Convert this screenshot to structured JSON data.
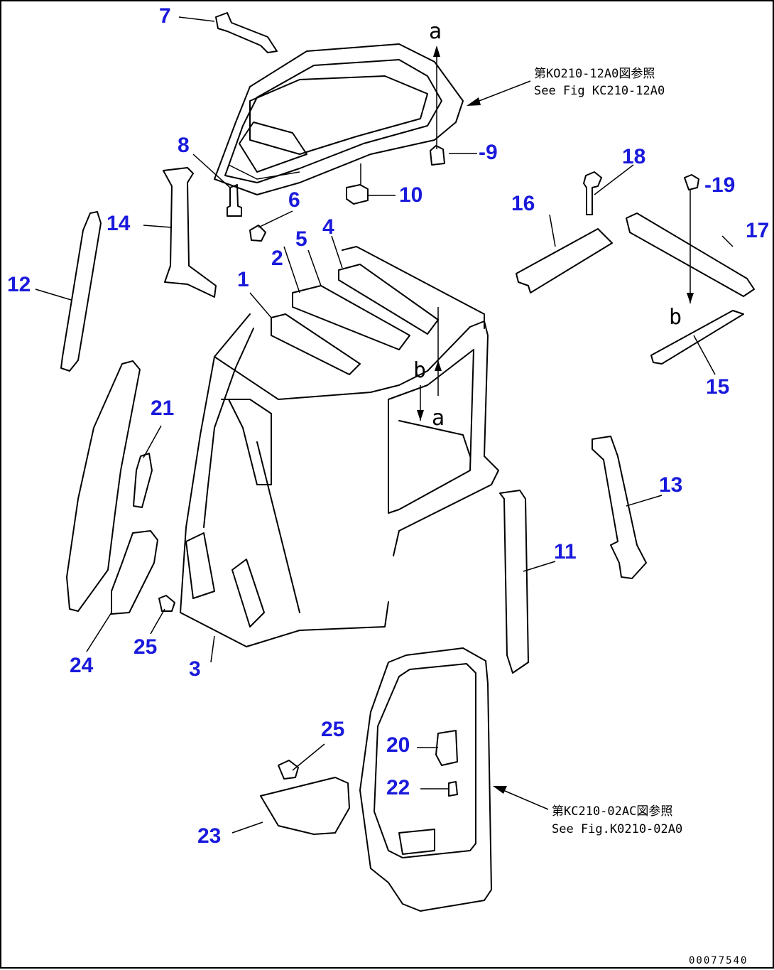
{
  "colors": {
    "callout": "#1a1adc",
    "line": "#000000",
    "background": "#ffffff"
  },
  "callouts": [
    "1",
    "2",
    "3",
    "4",
    "5",
    "6",
    "7",
    "8",
    "9",
    "10",
    "11",
    "12",
    "13",
    "14",
    "15",
    "16",
    "17",
    "18",
    "19",
    "20",
    "21",
    "22",
    "23",
    "24",
    "25"
  ],
  "dash_labels": {
    "n9": "-9",
    "n19": "-19"
  },
  "letters": {
    "a": "a",
    "b": "b"
  },
  "references": {
    "top": {
      "jp": "第KO210-12A0図参照",
      "en": "See Fig KC210-12A0"
    },
    "bottom": {
      "jp": "第KC210-02AC図参照",
      "en": "See Fig.K0210-02A0"
    }
  },
  "drawing_id": "00077540"
}
